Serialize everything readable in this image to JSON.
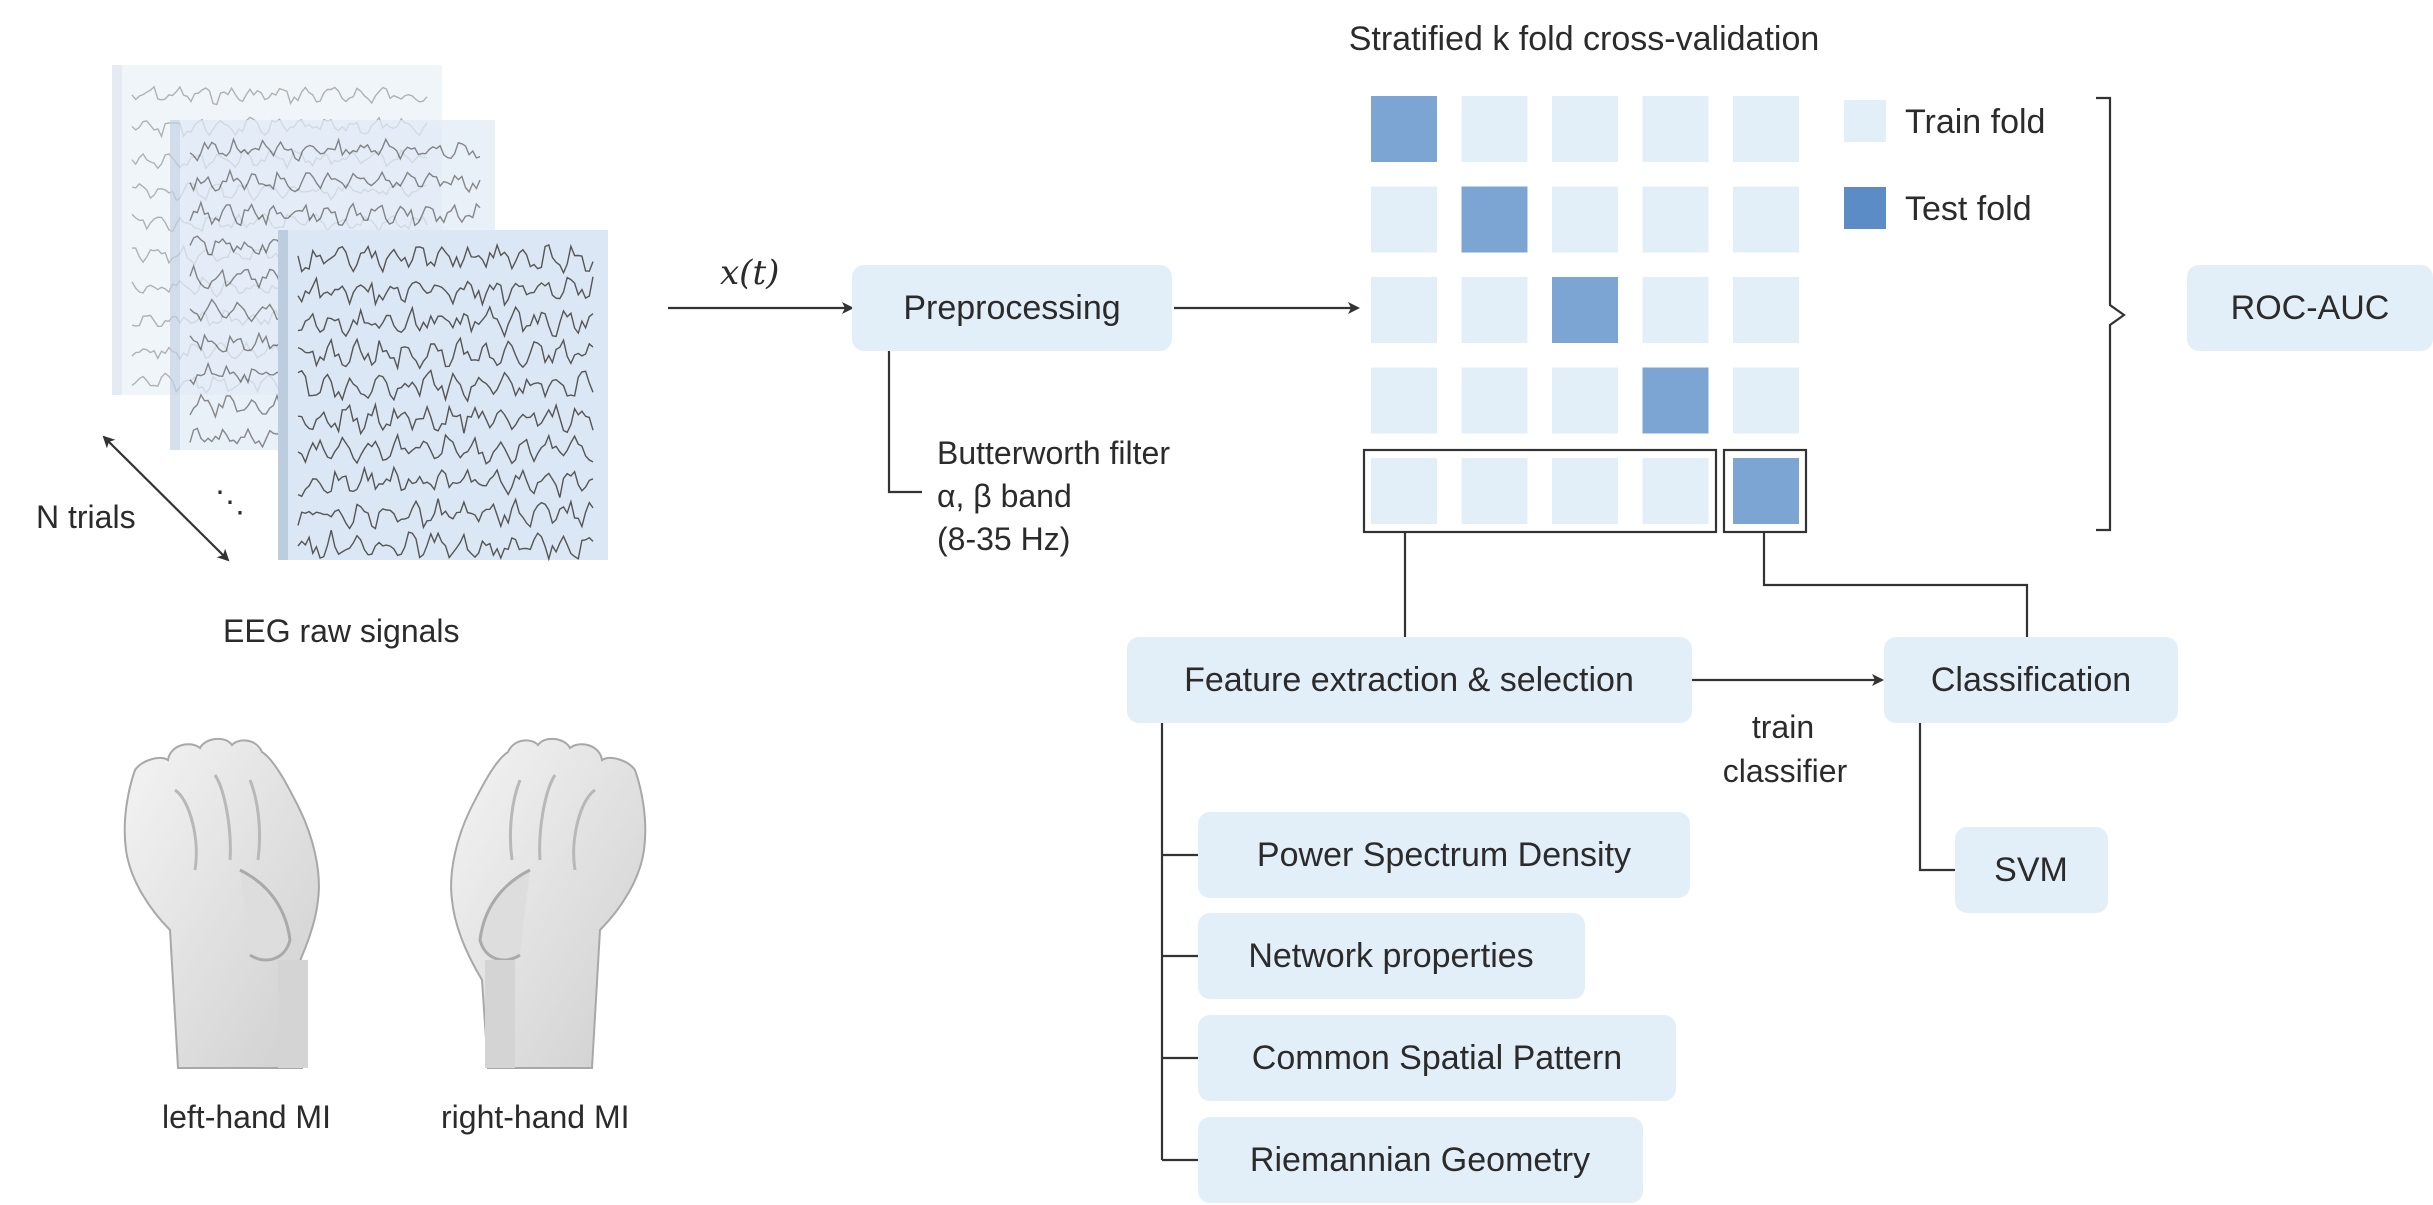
{
  "colors": {
    "box_fill": "#e3eff8",
    "train_fold": "#e3eff8",
    "test_fold": "#7ca5d3",
    "test_fold_legend": "#5b8cc6",
    "eeg_page": "#dfeaf6",
    "line": "#333333"
  },
  "eeg": {
    "caption": "EEG raw signals",
    "trials_label": "N trials",
    "dots": "⋱"
  },
  "hands": {
    "left_label": "left-hand MI",
    "right_label": "right-hand MI"
  },
  "signal": {
    "label": "x(t)"
  },
  "preprocessing": {
    "label": "Preprocessing",
    "detail_lines": [
      "Butterworth filter",
      "α, β band",
      "(8-35 Hz)"
    ]
  },
  "cv": {
    "title": "Stratified k fold cross-validation",
    "folds": 5,
    "test_positions": [
      0,
      1,
      2,
      3,
      4
    ],
    "legend": {
      "train": "Train fold",
      "test": "Test fold"
    }
  },
  "metric": {
    "label": "ROC-AUC"
  },
  "features": {
    "label": "Feature extraction & selection",
    "methods": [
      "Power Spectrum Density",
      "Network properties",
      "Common Spatial Pattern",
      "Riemannian Geometry"
    ]
  },
  "train_link": {
    "lines": [
      "train",
      "classifier"
    ]
  },
  "classification": {
    "label": "Classification",
    "methods": [
      "SVM"
    ]
  },
  "icons": [
    "arrow-right-icon",
    "double-arrow-icon",
    "fist-icon"
  ]
}
